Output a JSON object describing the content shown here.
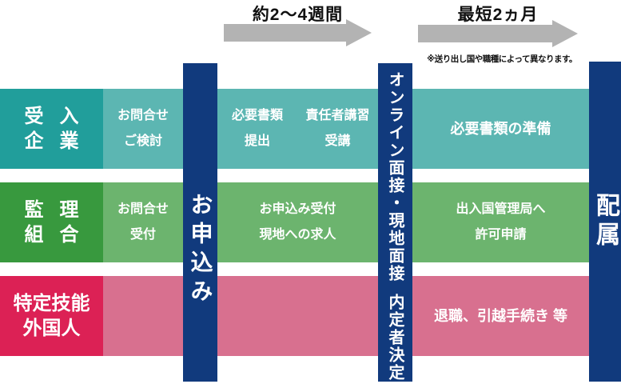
{
  "header": {
    "phase1_duration": "約2〜4週間",
    "phase2_duration": "最短2ヵ月",
    "note": "※送り出し国や職種によって異なります。"
  },
  "milestones": {
    "application": "お申込み",
    "interview_part1": "オンライン面接・現地面接",
    "interview_part2": "内定者決定",
    "assignment": "配属"
  },
  "lanes": [
    {
      "name": "受入企業",
      "label_lines": [
        "受入",
        "企業"
      ],
      "steps": {
        "inquiry": [
          "お問合せ",
          "ご検討"
        ],
        "docs": [
          "必要書類",
          "提出"
        ],
        "training": [
          "責任者講習",
          "受講"
        ],
        "prepare": [
          "必要書類の準備"
        ]
      }
    },
    {
      "name": "監理組合",
      "label_lines": [
        "監理",
        "組合"
      ],
      "steps": {
        "inquiry": [
          "お問合せ",
          "受付"
        ],
        "accept": [
          "お申込み受付",
          "現地への求人"
        ],
        "apply": [
          "出入国管理局へ",
          "許可申請"
        ]
      }
    },
    {
      "name": "特定技能外国人",
      "label_lines": [
        "特定技能",
        "外国人"
      ],
      "steps": {
        "procedures": [
          "退職、引越手続き 等"
        ]
      }
    }
  ],
  "colors": {
    "lane1_dark": "#219e9b",
    "lane1_light": "#5cb6b2",
    "lane2_dark": "#38993e",
    "lane2_light": "#6cb46e",
    "lane3_dark": "#dc2155",
    "lane3_light": "#d8708f",
    "navy": "#113a7d",
    "arrow_gray": "#b3b3b3"
  }
}
